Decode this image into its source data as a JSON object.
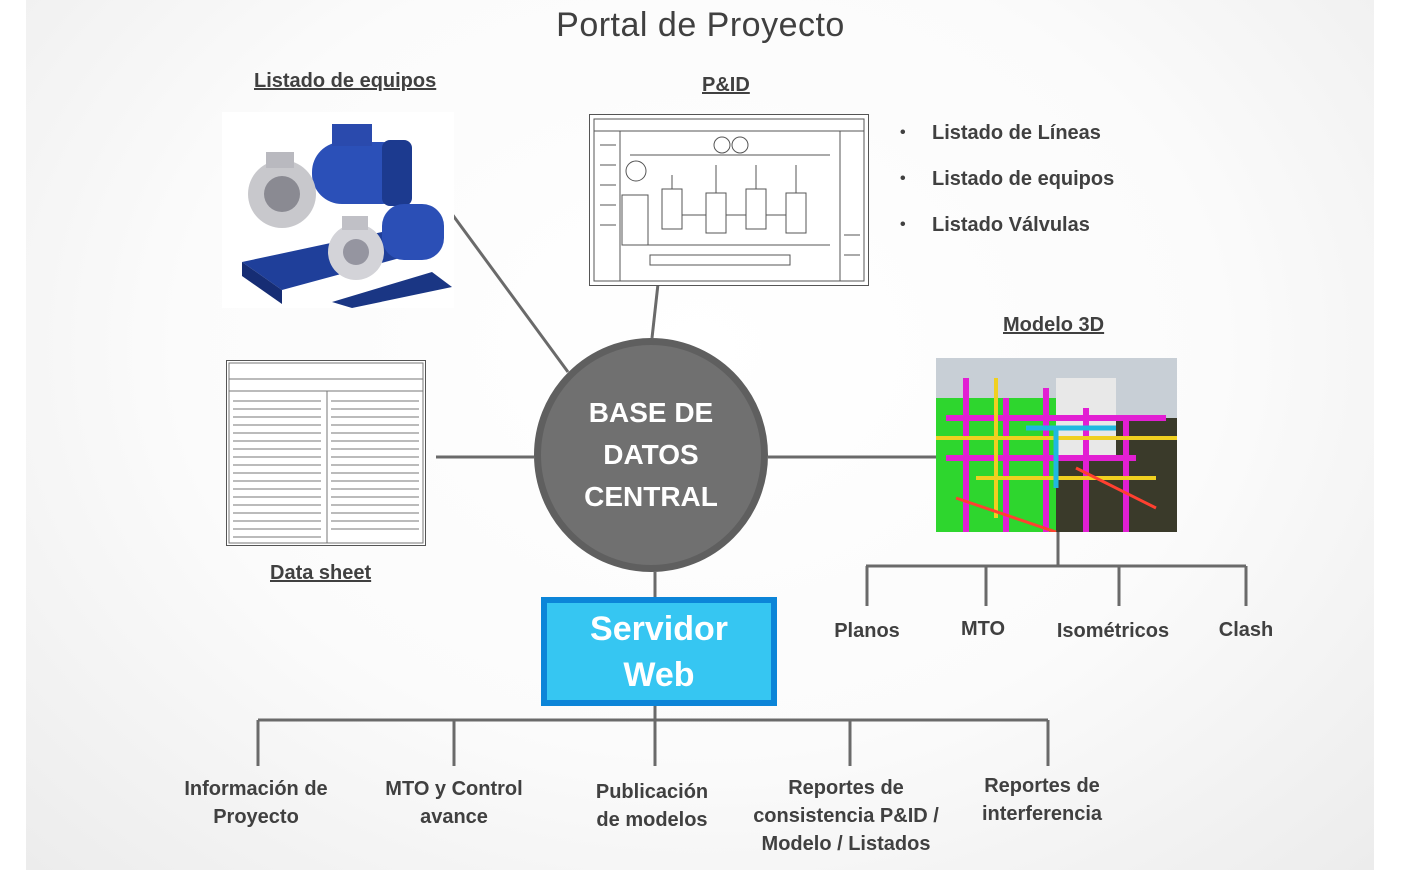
{
  "title": "Portal de Proyecto",
  "hub": {
    "label": "BASE DE\nDATOS\nCENTRAL"
  },
  "server": {
    "label": "Servidor\nWeb"
  },
  "sources": {
    "equipment": {
      "heading": "Listado de equipos"
    },
    "pid": {
      "heading": "P&ID"
    },
    "datasheet": {
      "heading": "Data sheet"
    },
    "model3d": {
      "heading": "Modelo 3D"
    }
  },
  "pid_bullets": [
    "Listado de Líneas",
    "Listado de equipos",
    "Listado Válvulas"
  ],
  "model_outputs": [
    "Planos",
    "MTO",
    "Isométricos",
    "Clash"
  ],
  "web_outputs": [
    "Información de\nProyecto",
    "MTO y Control\navance",
    "Publicación\nde modelos",
    "Reportes de\nconsistencia P&ID /\nModelo / Listados",
    "Reportes de\ninterferencia"
  ],
  "colors": {
    "hub": "#707070",
    "server_fill": "#36c6f2",
    "server_border": "#0c85d8",
    "connector": "#6a6a6a",
    "text": "#404040"
  }
}
